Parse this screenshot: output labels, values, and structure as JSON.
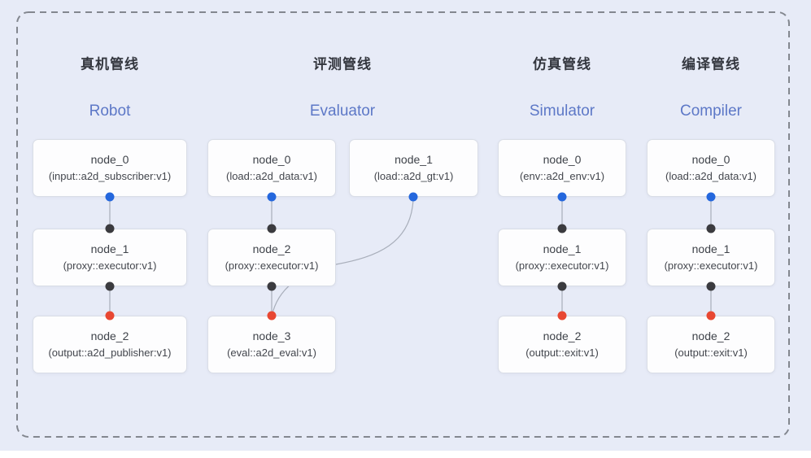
{
  "diagram": {
    "kind": "pipeline-node-graph",
    "pipelines": [
      {
        "id": "robot",
        "title_cn": "真机管线",
        "title_en": "Robot",
        "nodes": [
          {
            "name": "node_0",
            "detail": "(input::a2d_subscriber:v1)"
          },
          {
            "name": "node_1",
            "detail": "(proxy::executor:v1)"
          },
          {
            "name": "node_2",
            "detail": "(output::a2d_publisher:v1)"
          }
        ]
      },
      {
        "id": "evaluator",
        "title_cn": "评测管线",
        "title_en": "Evaluator",
        "nodes": [
          {
            "name": "node_0",
            "detail": "(load::a2d_data:v1)"
          },
          {
            "name": "node_1",
            "detail": "(load::a2d_gt:v1)"
          },
          {
            "name": "node_2",
            "detail": "(proxy::executor:v1)"
          },
          {
            "name": "node_3",
            "detail": "(eval::a2d_eval:v1)"
          }
        ]
      },
      {
        "id": "simulator",
        "title_cn": "仿真管线",
        "title_en": "Simulator",
        "nodes": [
          {
            "name": "node_0",
            "detail": "(env::a2d_env:v1)"
          },
          {
            "name": "node_1",
            "detail": "(proxy::executor:v1)"
          },
          {
            "name": "node_2",
            "detail": "(output::exit:v1)"
          }
        ]
      },
      {
        "id": "compiler",
        "title_cn": "编译管线",
        "title_en": "Compiler",
        "nodes": [
          {
            "name": "node_0",
            "detail": "(load::a2d_data:v1)"
          },
          {
            "name": "node_1",
            "detail": "(proxy::executor:v1)"
          },
          {
            "name": "node_2",
            "detail": "(output::exit:v1)"
          }
        ]
      }
    ],
    "connections": [
      {
        "pipeline": "robot",
        "from": "node_0",
        "to": "node_1"
      },
      {
        "pipeline": "robot",
        "from": "node_1",
        "to": "node_2"
      },
      {
        "pipeline": "evaluator",
        "from": "node_0",
        "to": "node_2"
      },
      {
        "pipeline": "evaluator",
        "from": "node_1",
        "to": "node_3"
      },
      {
        "pipeline": "evaluator",
        "from": "node_2",
        "to": "node_3"
      },
      {
        "pipeline": "simulator",
        "from": "node_0",
        "to": "node_1"
      },
      {
        "pipeline": "simulator",
        "from": "node_1",
        "to": "node_2"
      },
      {
        "pipeline": "compiler",
        "from": "node_0",
        "to": "node_1"
      },
      {
        "pipeline": "compiler",
        "from": "node_1",
        "to": "node_2"
      }
    ],
    "colors": {
      "background": "#e7ebf7",
      "frame_dash": "#83878f",
      "box_fill": "#fdfdfe",
      "box_border": "#d9dde6",
      "edge_line": "#a8aeba",
      "title_cn_color": "#33363e",
      "title_en_color": "#5d78c7",
      "port_blue": "#2467dd",
      "port_black": "#3b3b3f",
      "port_red": "#e84732"
    }
  }
}
